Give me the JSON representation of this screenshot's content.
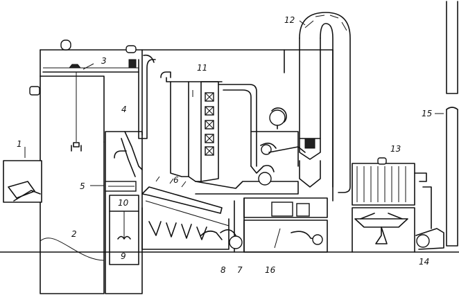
{
  "diagram": {
    "callouts": [
      {
        "id": "callout-1",
        "text": "1"
      },
      {
        "id": "callout-2",
        "text": "2"
      },
      {
        "id": "callout-3",
        "text": "3"
      },
      {
        "id": "callout-4",
        "text": "4"
      },
      {
        "id": "callout-5",
        "text": "5"
      },
      {
        "id": "callout-6",
        "text": "6"
      },
      {
        "id": "callout-7",
        "text": "7"
      },
      {
        "id": "callout-8",
        "text": "8"
      },
      {
        "id": "callout-9",
        "text": "9"
      },
      {
        "id": "callout-10",
        "text": "10"
      },
      {
        "id": "callout-11",
        "text": "11"
      },
      {
        "id": "callout-12",
        "text": "12"
      },
      {
        "id": "callout-13",
        "text": "13"
      },
      {
        "id": "callout-14",
        "text": "14"
      },
      {
        "id": "callout-15",
        "text": "15"
      },
      {
        "id": "callout-16",
        "text": "16"
      }
    ]
  }
}
